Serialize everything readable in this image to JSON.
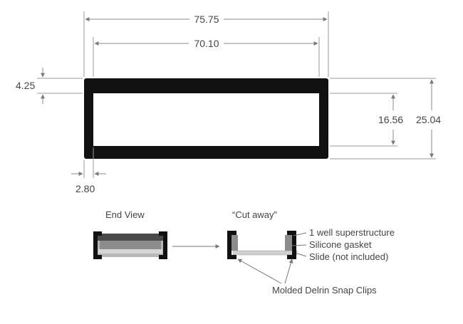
{
  "dimensions": {
    "overall_length": "75.75",
    "inner_length": "70.10",
    "top_border": "4.25",
    "side_border": "2.80",
    "inner_height": "16.56",
    "overall_height": "25.04"
  },
  "end_view": {
    "title": "End View"
  },
  "cutaway": {
    "title": "“Cut away”",
    "labels": {
      "superstructure": "1 well superstructure",
      "gasket": "Silicone gasket",
      "slide": "Slide (not included)",
      "clips": "Molded Delrin Snap Clips"
    }
  },
  "colors": {
    "frame": "#111111",
    "dimension_line": "#8a8a8a",
    "text": "#444444",
    "gasket": "#9a9a9a",
    "slide": "#cfcfcf"
  }
}
